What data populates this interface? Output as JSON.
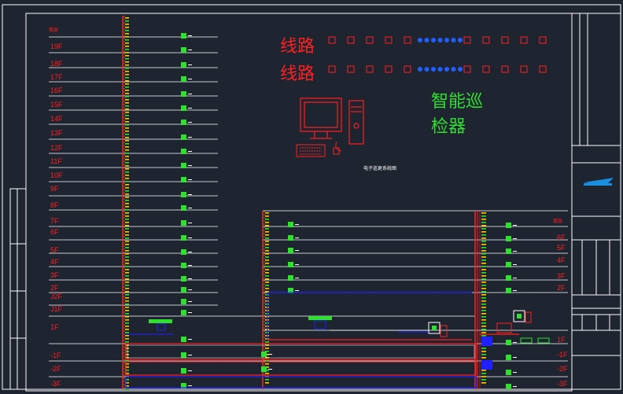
{
  "colors": {
    "background": "#1e2430",
    "frame": "#ffffff",
    "floor_line": "#ffffff",
    "floor_text": "#ff2020",
    "riser": "#ff2020",
    "device": "#2fe02f",
    "cable_blue": "#2020ff",
    "pc": "#ff2020",
    "line_text": "#ff2020",
    "inspector_text": "#2fe02f",
    "dots": "#2060ff",
    "logo": "#1a8fe0"
  },
  "diagram": {
    "header_left": "楼层",
    "header_right": "楼层",
    "left_floors": [
      "19F",
      "18F",
      "17F",
      "16F",
      "15F",
      "14F",
      "13F",
      "12F",
      "11F",
      "10F",
      "9F",
      "8F",
      "7F",
      "6F",
      "5F",
      "4F",
      "3F",
      "2F",
      "J2F",
      "J1F",
      "1F",
      "-1F",
      "-2F",
      "-3F"
    ],
    "right_floors": [
      "6F",
      "5F",
      "4F",
      "3F",
      "2F",
      "1F",
      "-1F",
      "-2F",
      "-3F"
    ],
    "line_label_1": "线路",
    "line_label_2": "线路",
    "inspector_label_line1": "智能巡",
    "inspector_label_line2": "检器",
    "center_caption": "电子巡更系统图"
  },
  "icons": {
    "monitor": "computer-monitor-icon",
    "keyboard": "keyboard-icon",
    "tower": "pc-tower-icon",
    "logo": "company-logo-icon"
  }
}
